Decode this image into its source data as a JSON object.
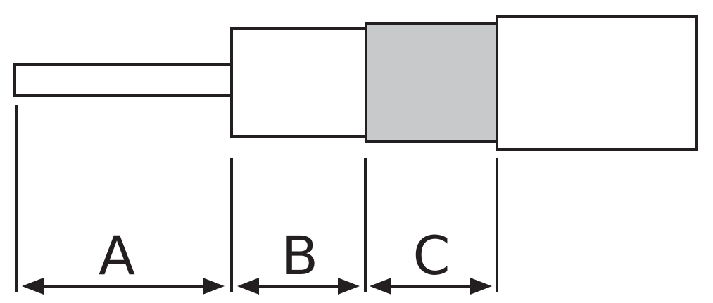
{
  "diagram": {
    "dimensions": {
      "a_label": "A",
      "b_label": "B",
      "c_label": "C"
    },
    "colors": {
      "stroke": "#231f20",
      "fill_plain": "#ffffff",
      "fill_highlight": "#c8c9ca"
    }
  }
}
